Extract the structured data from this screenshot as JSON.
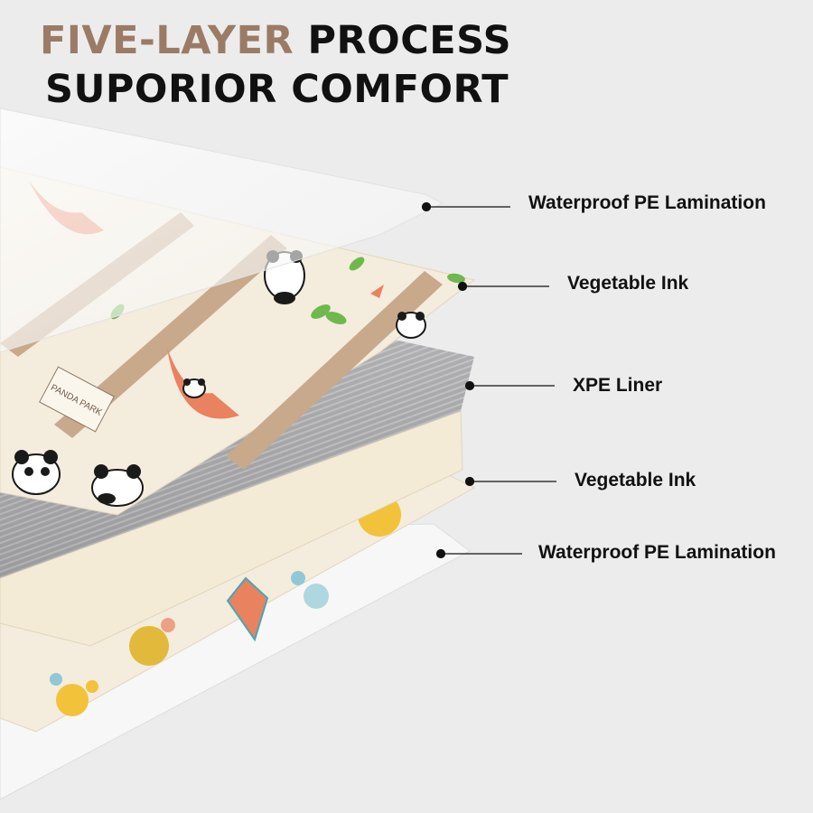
{
  "headline": {
    "line1_accent": "FIVE-LAYER",
    "line1_rest": " PROCESS",
    "line2": "SUPORIOR COMFORT"
  },
  "colors": {
    "accent": "#9b7b66",
    "text": "#111111",
    "background": "#ececec",
    "mat_cream": "#f4ecdc",
    "foam_grey": "#9a9a9c",
    "panda_black": "#1a1a1a",
    "hammock_orange": "#e8825f",
    "leaf_green": "#6fb84e",
    "dot_yellow": "#f2c23b"
  },
  "mat_print": {
    "brand_text": "PANDA PARK"
  },
  "layers": [
    {
      "label": "Waterproof PE Lamination"
    },
    {
      "label": "Vegetable Ink"
    },
    {
      "label": "XPE Liner"
    },
    {
      "label": "Vegetable Ink"
    },
    {
      "label": "Waterproof PE Lamination"
    }
  ]
}
